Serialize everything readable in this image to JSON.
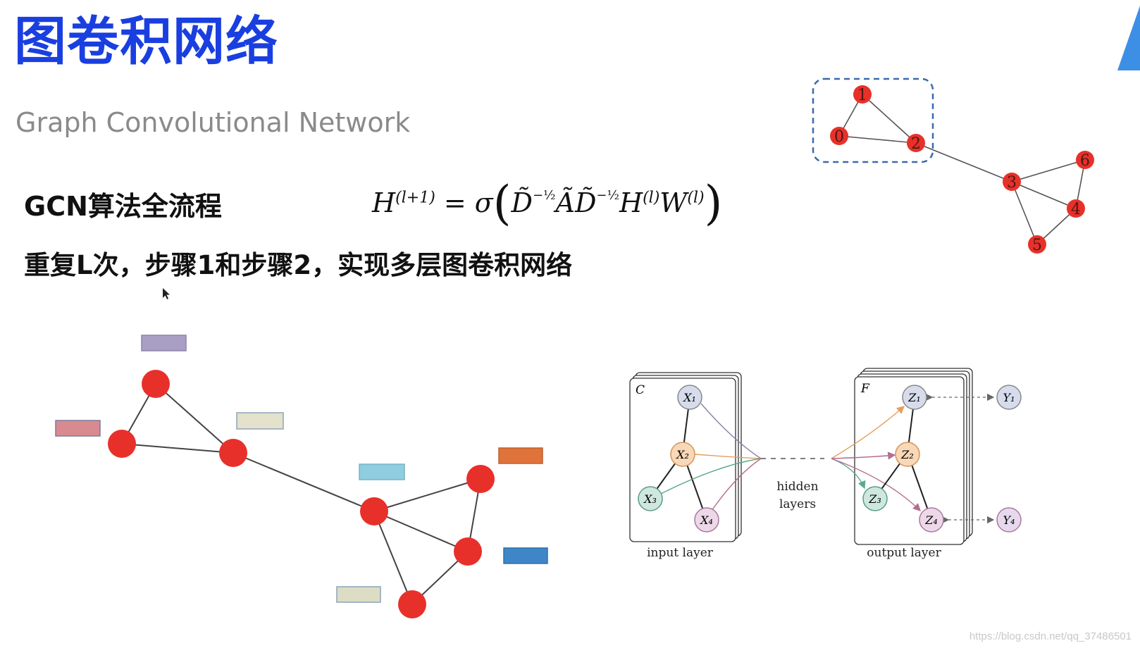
{
  "slide": {
    "title": "图卷积网络",
    "subtitle": "Graph Convolutional Network",
    "heading": "GCN算法全流程",
    "repeat_text": "重复L次，步骤1和步骤2，实现多层图卷积网络",
    "watermark": "https://blog.csdn.net/qq_37486501"
  },
  "formula": {
    "lhs": "H",
    "lhs_sup": "(l+1)",
    "eq": " = σ",
    "d1": "D̃",
    "exp": "−",
    "half": "½",
    "a": "Ã",
    "d2": "D̃",
    "h": "H",
    "h_sup": "(l)",
    "w": "W",
    "w_sup": "(l)",
    "open": "(",
    "close": ")"
  },
  "small_graph": {
    "nodes": [
      {
        "id": "n0",
        "label": "0"
      },
      {
        "id": "n1",
        "label": "1"
      },
      {
        "id": "n2",
        "label": "2"
      },
      {
        "id": "n3",
        "label": "3"
      },
      {
        "id": "n4",
        "label": "4"
      },
      {
        "id": "n5",
        "label": "5"
      },
      {
        "id": "n6",
        "label": "6"
      }
    ],
    "node_color": "#e8302a",
    "box_color": "#3a6ab0"
  },
  "feature_colors": {
    "top": "#a99ec4",
    "left": "#d98a90",
    "mid": "#e4e2cc",
    "cyan": "#8fcde0",
    "orange": "#e0733a",
    "blue": "#3f86c8",
    "bottom": "#dddcc4"
  },
  "gcn_diagram": {
    "input_channel": "C",
    "output_channel": "F",
    "inputs": [
      "X₁",
      "X₂",
      "X₃",
      "X₄"
    ],
    "outputs": [
      "Z₁",
      "Z₂",
      "Z₃",
      "Z₄"
    ],
    "labels": [
      "Y₁",
      "Y₄"
    ],
    "hidden_line1": "hidden",
    "hidden_line2": "layers",
    "input_caption": "input layer",
    "output_caption": "output layer",
    "colors": {
      "x1": "#d7dcec",
      "x2": "#f8d8b6",
      "x3": "#cfe8df",
      "x4": "#ecd8e8",
      "y": "#e6d9ee"
    }
  }
}
